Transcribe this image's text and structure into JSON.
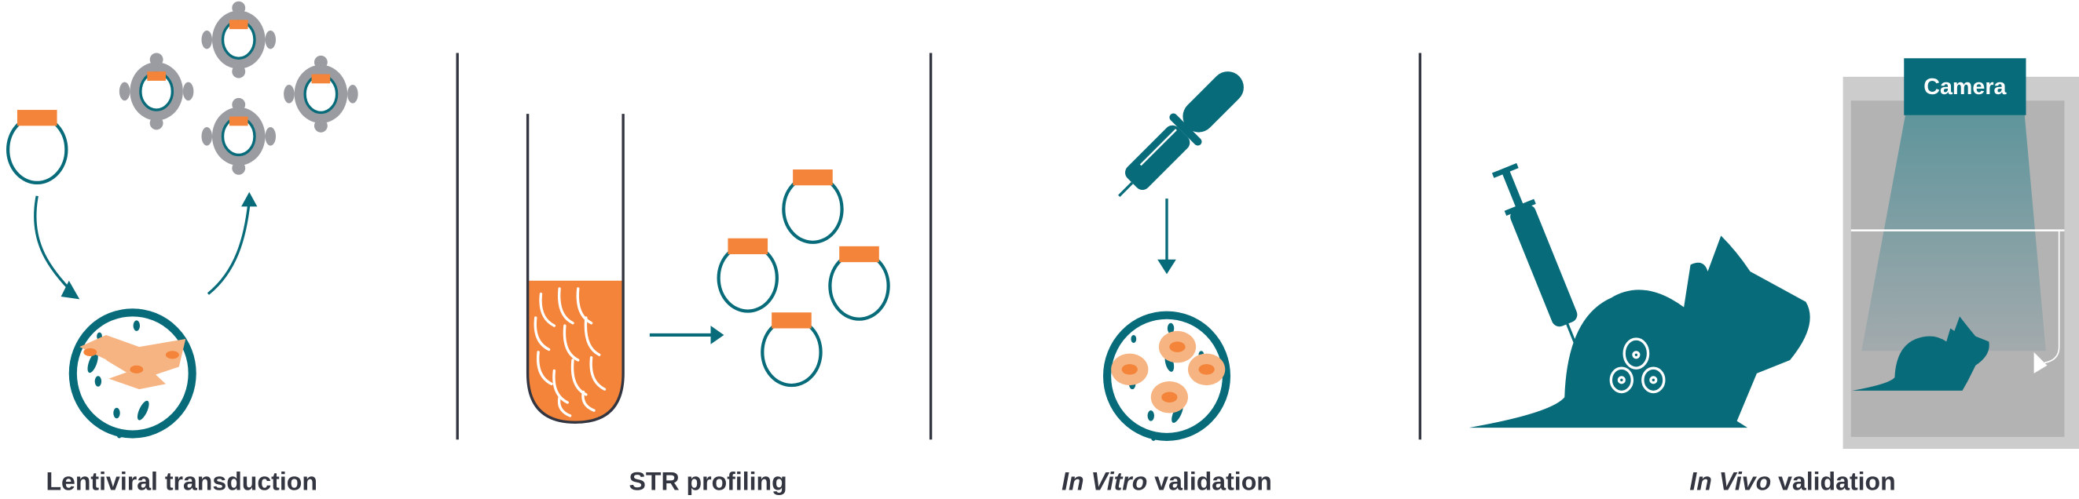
{
  "colors": {
    "teal": "#086b7a",
    "orange": "#f3843a",
    "light_orange": "#f7b483",
    "gray": "#9a9ca1",
    "divider": "#333640"
  },
  "steps": [
    {
      "label": "Lentiviral transduction"
    },
    {
      "label": "STR profiling"
    },
    {
      "label_italic": "In Vitro",
      "label_rest": " validation"
    },
    {
      "label_italic": "In Vivo",
      "label_rest": " validation"
    }
  ],
  "imaging": {
    "camera_label": "Camera"
  }
}
